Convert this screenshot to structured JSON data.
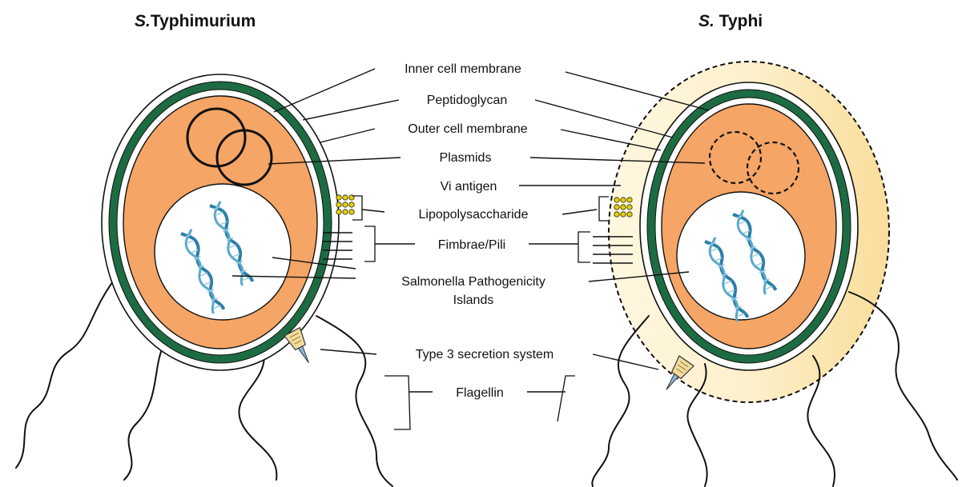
{
  "titles": {
    "left": {
      "prefix": "S.",
      "rest": "Typhimurium"
    },
    "right": {
      "prefix": "S.",
      "rest": " Typhi"
    }
  },
  "labels": {
    "inner_membrane": "Inner cell membrane",
    "peptidoglycan": "Peptidoglycan",
    "outer_membrane": "Outer cell membrane",
    "plasmids": "Plasmids",
    "vi_antigen": "Vi antigen",
    "lps": "Lipopolysaccharide",
    "fimbrae": "Fimbrae/Pili",
    "spi_line1": "Salmonella Pathogenicity",
    "spi_line2": "Islands",
    "t3ss": "Type 3 secretion system",
    "flagellin": "Flagellin"
  },
  "colors": {
    "cytoplasm": "#f5a566",
    "cell_wall_green": "#1d6b42",
    "vi_capsule": "#fdf0cc",
    "nucleoid": "#ffffff",
    "lps_beads": "#e8d000",
    "dna_strand": "#2b7fa8"
  },
  "icons": {
    "left_cell": "bacterium-icon",
    "right_cell": "encapsulated-bacterium-icon",
    "dna": "dna-helix-icon",
    "secretion": "injectisome-icon"
  }
}
